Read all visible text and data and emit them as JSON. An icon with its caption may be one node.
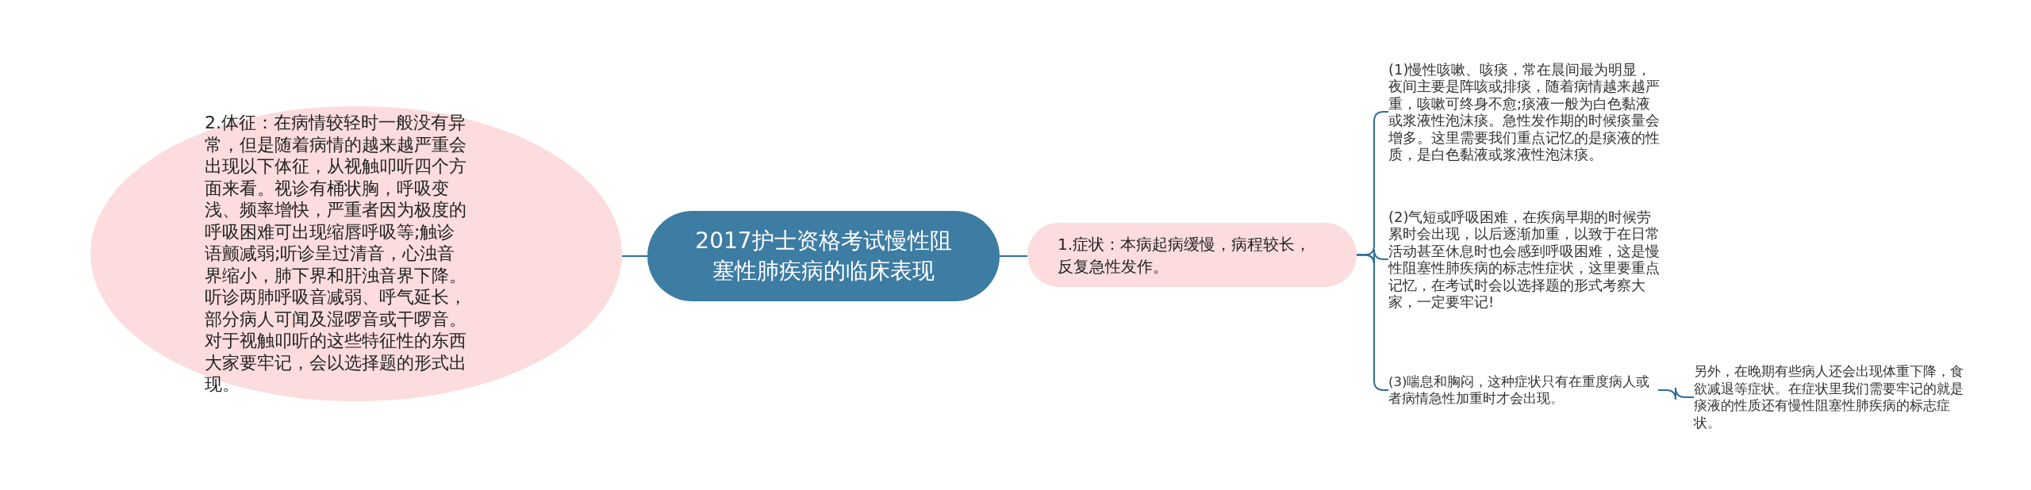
{
  "diagram": {
    "nodes": [
      {
        "text": [
          "2017护士资格考试慢性阻塞性肺疾病的临床表现"
        ]
      },
      {
        "text": [
          "2.体征：在病情较轻时一般没有异常，但是随着病情的越来越严重会出现以下体征，从视触叩听四个方面来看。视诊有桶状胸，呼吸变浅、频率增快，严重者因为极度的呼吸困难可出现缩唇呼吸等;触诊语颤减弱;听诊呈过清音，心浊音界缩小，肺下界和肝浊音界下降。听诊两肺呼吸音减弱、呼气延长，部分病人可闻及湿啰音或干啰音。对于视触叩听的这些特征性的东西大家要牢记，会以选择题的形式出现。"
        ]
      },
      {
        "text": [
          "1.症状：本病起病缓慢，病程较长，反复急性发作。"
        ]
      },
      {
        "text": [
          "(1)慢性咳嗽、咳痰，常在晨间最为明显，夜间主要是阵咳或排痰，随着病情越来越严重，咳嗽可终身不愈;痰液一般为白色黏液或浆液性泡沫痰。急性发作期的时候痰量会增多。这里需要我们重点记忆的是痰液的性质，是白色黏液或浆液性泡沫痰。"
        ]
      },
      {
        "text": [
          "(2)气短或呼吸困难，在疾病早期的时候劳累时会出现，以后逐渐加重，以致于在日常活动甚至休息时也会感到呼吸困难，这是慢性阻塞性肺疾病的标志性症状，这里要重点记忆，在考试时会以选择题的形式考察大家，一定要牢记!"
        ]
      },
      {
        "text": [
          "(3)喘息和胸闷，这种症状只有在重度病人或者病情急性加重时才会出现。"
        ]
      },
      {
        "text": [
          "另外，在晚期有些病人还会出现体重下降，食欲减退等症状。在症状里我们需要牢记的就是痰液的性质还有慢性阻塞性肺疾病的标志症状。"
        ]
      }
    ],
    "edges": [
      {
        "from": 0,
        "to": 1,
        "arrow": "none"
      },
      {
        "from": 0,
        "to": 2,
        "arrow": "none"
      },
      {
        "from": 2,
        "to": 3,
        "arrow": "none"
      },
      {
        "from": 2,
        "to": 4,
        "arrow": "none"
      },
      {
        "from": 2,
        "to": 5,
        "arrow": "none"
      },
      {
        "from": 5,
        "to": 6,
        "arrow": "none"
      }
    ]
  }
}
